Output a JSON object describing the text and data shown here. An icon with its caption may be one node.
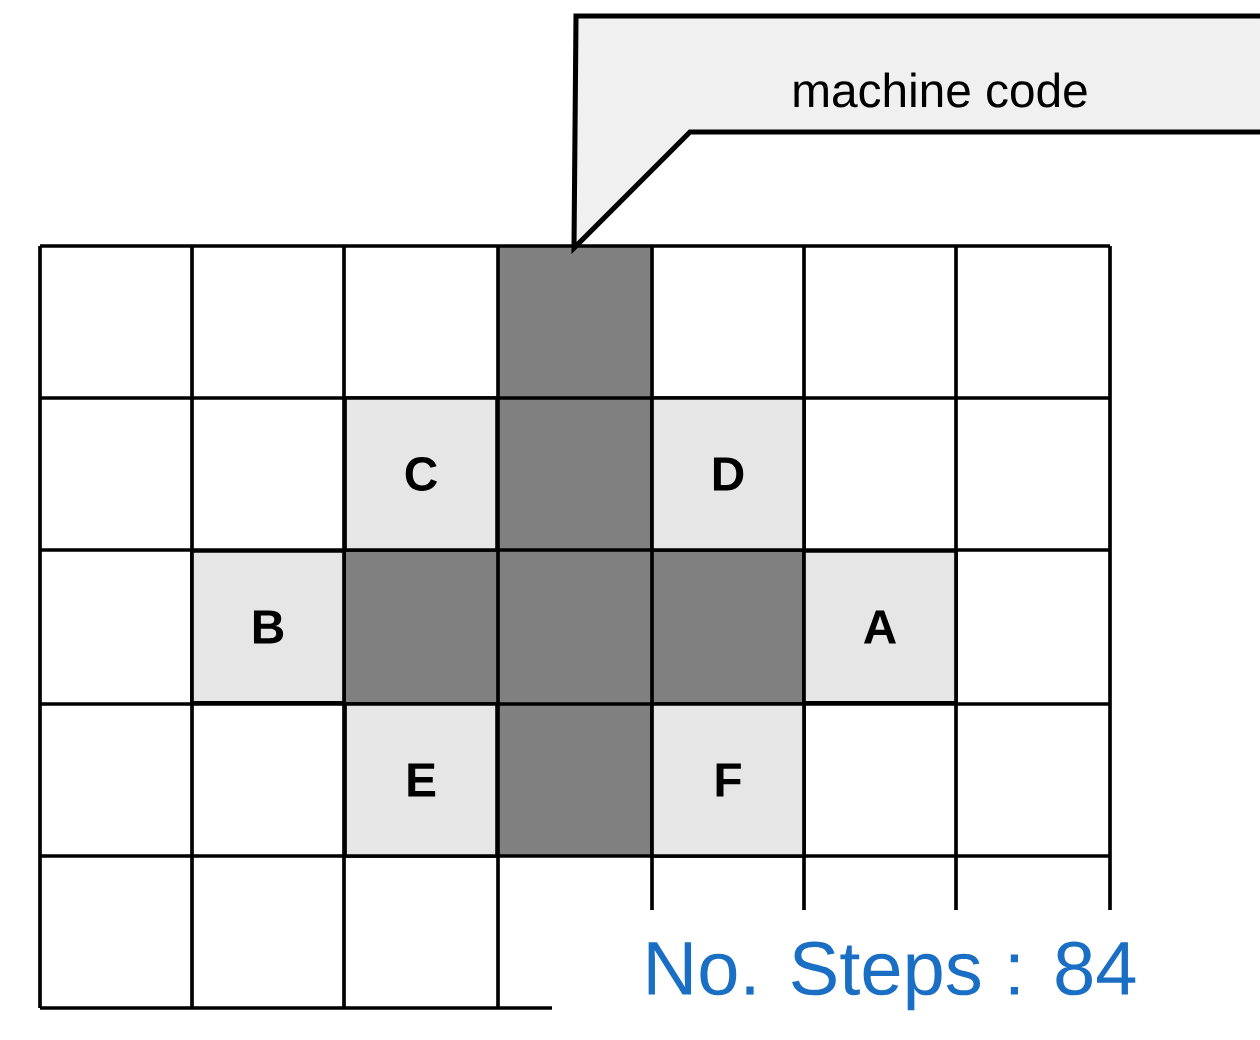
{
  "diagram": {
    "nodes": [
      {
        "text": [
          "machine code"
        ]
      },
      {
        "text": [
          "C"
        ]
      },
      {
        "text": [
          "D"
        ]
      },
      {
        "text": [
          "B"
        ]
      },
      {
        "text": [
          "A"
        ]
      },
      {
        "text": [
          "E"
        ]
      },
      {
        "text": [
          "F"
        ]
      }
    ],
    "labels": [
      "No. Steps : 84"
    ]
  }
}
